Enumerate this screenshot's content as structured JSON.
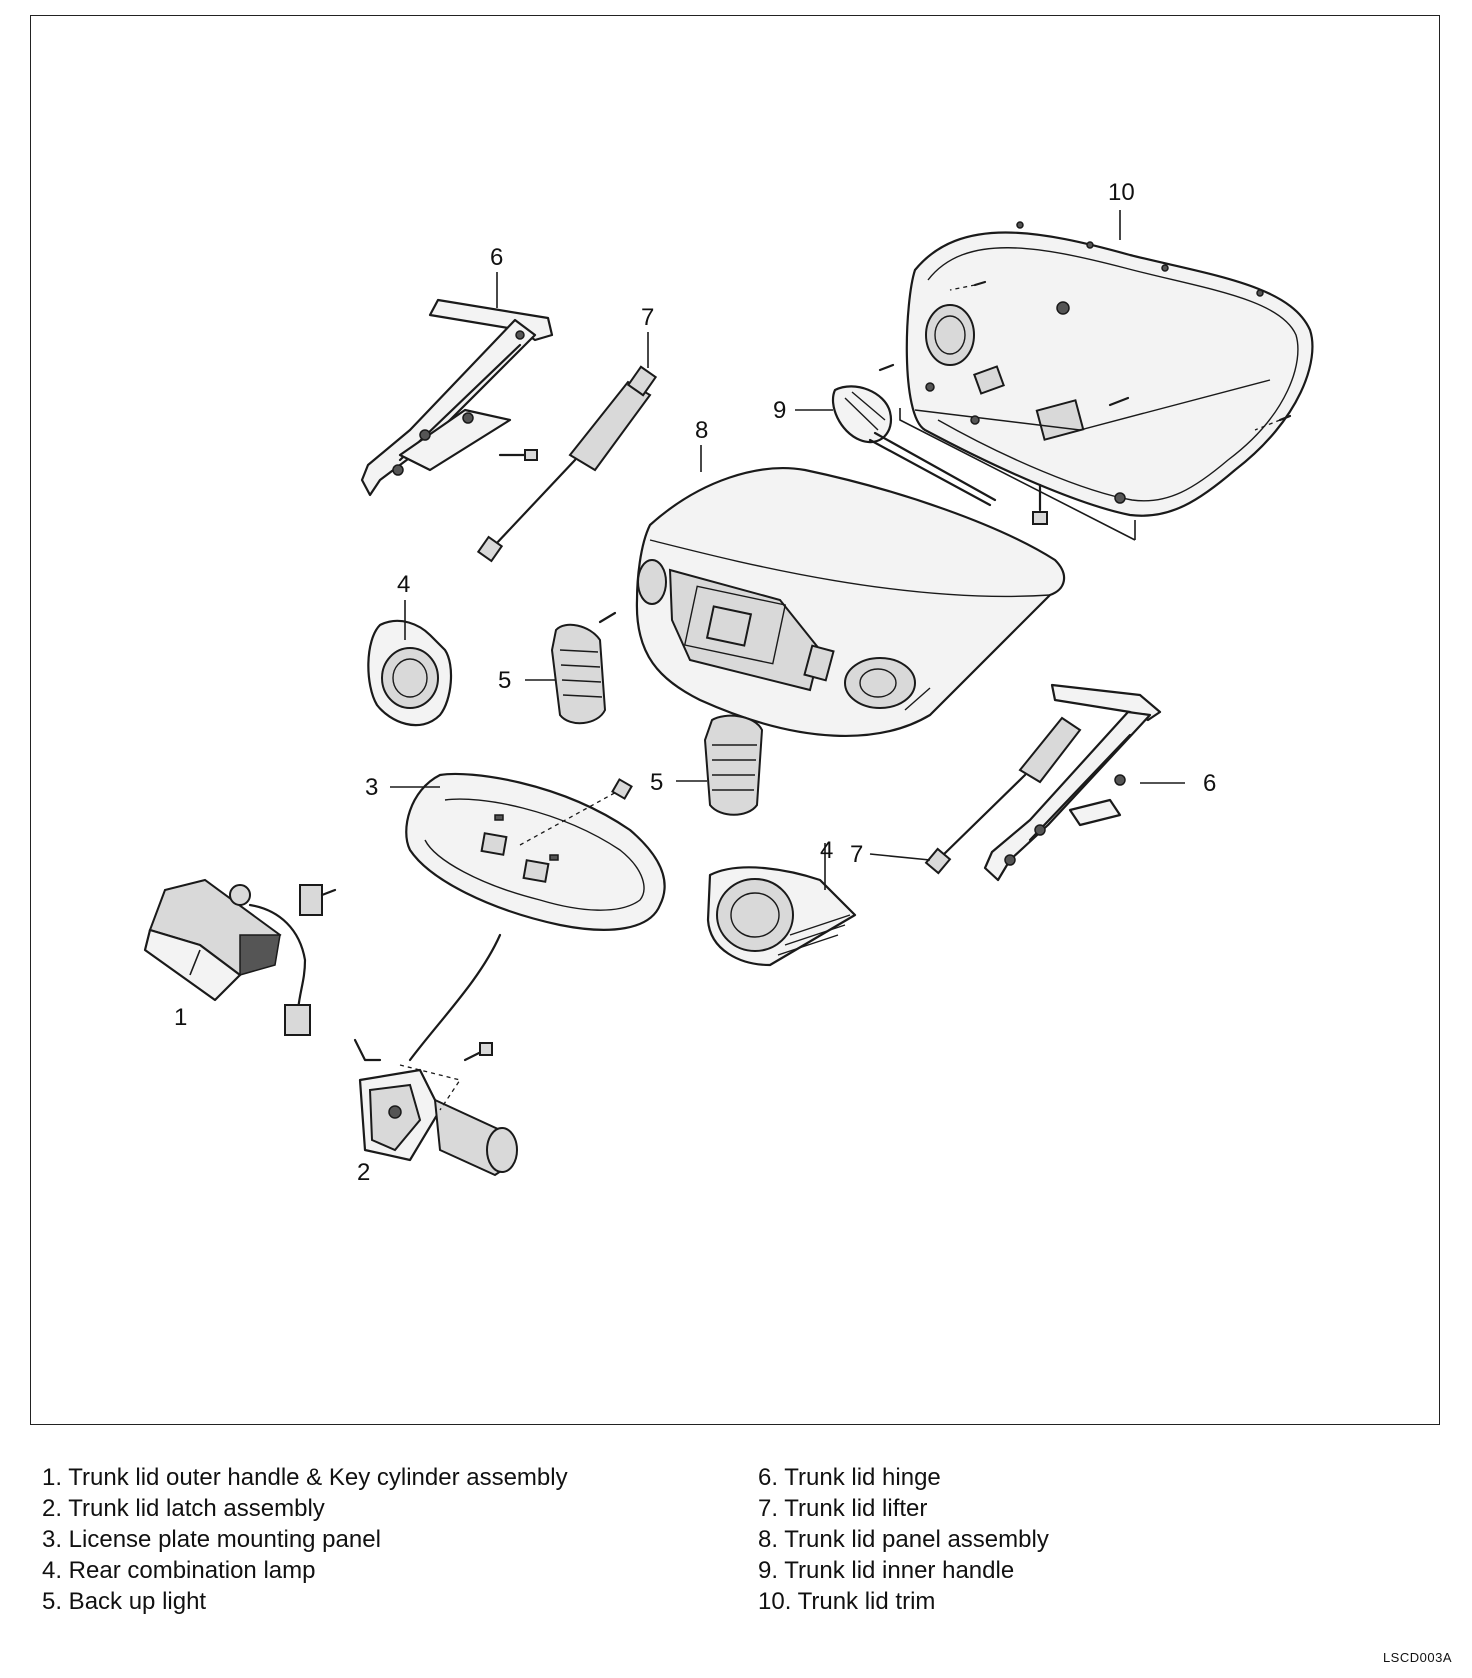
{
  "callouts": {
    "c1": "1",
    "c2": "2",
    "c3": "3",
    "c4a": "4",
    "c4b": "4",
    "c5a": "5",
    "c5b": "5",
    "c6a": "6",
    "c6b": "6",
    "c7a": "7",
    "c7b": "7",
    "c8": "8",
    "c9": "9",
    "c10": "10"
  },
  "legend": {
    "left": [
      "1. Trunk lid outer handle & Key cylinder assembly",
      "2. Trunk lid latch assembly",
      "3. License plate mounting panel",
      "4. Rear combination lamp",
      "5. Back up light"
    ],
    "right": [
      "6. Trunk lid hinge",
      "7. Trunk lid lifter",
      "8. Trunk lid panel assembly",
      "9. Trunk lid inner handle",
      "10. Trunk lid trim"
    ]
  },
  "figure_code": "LSCD003A"
}
